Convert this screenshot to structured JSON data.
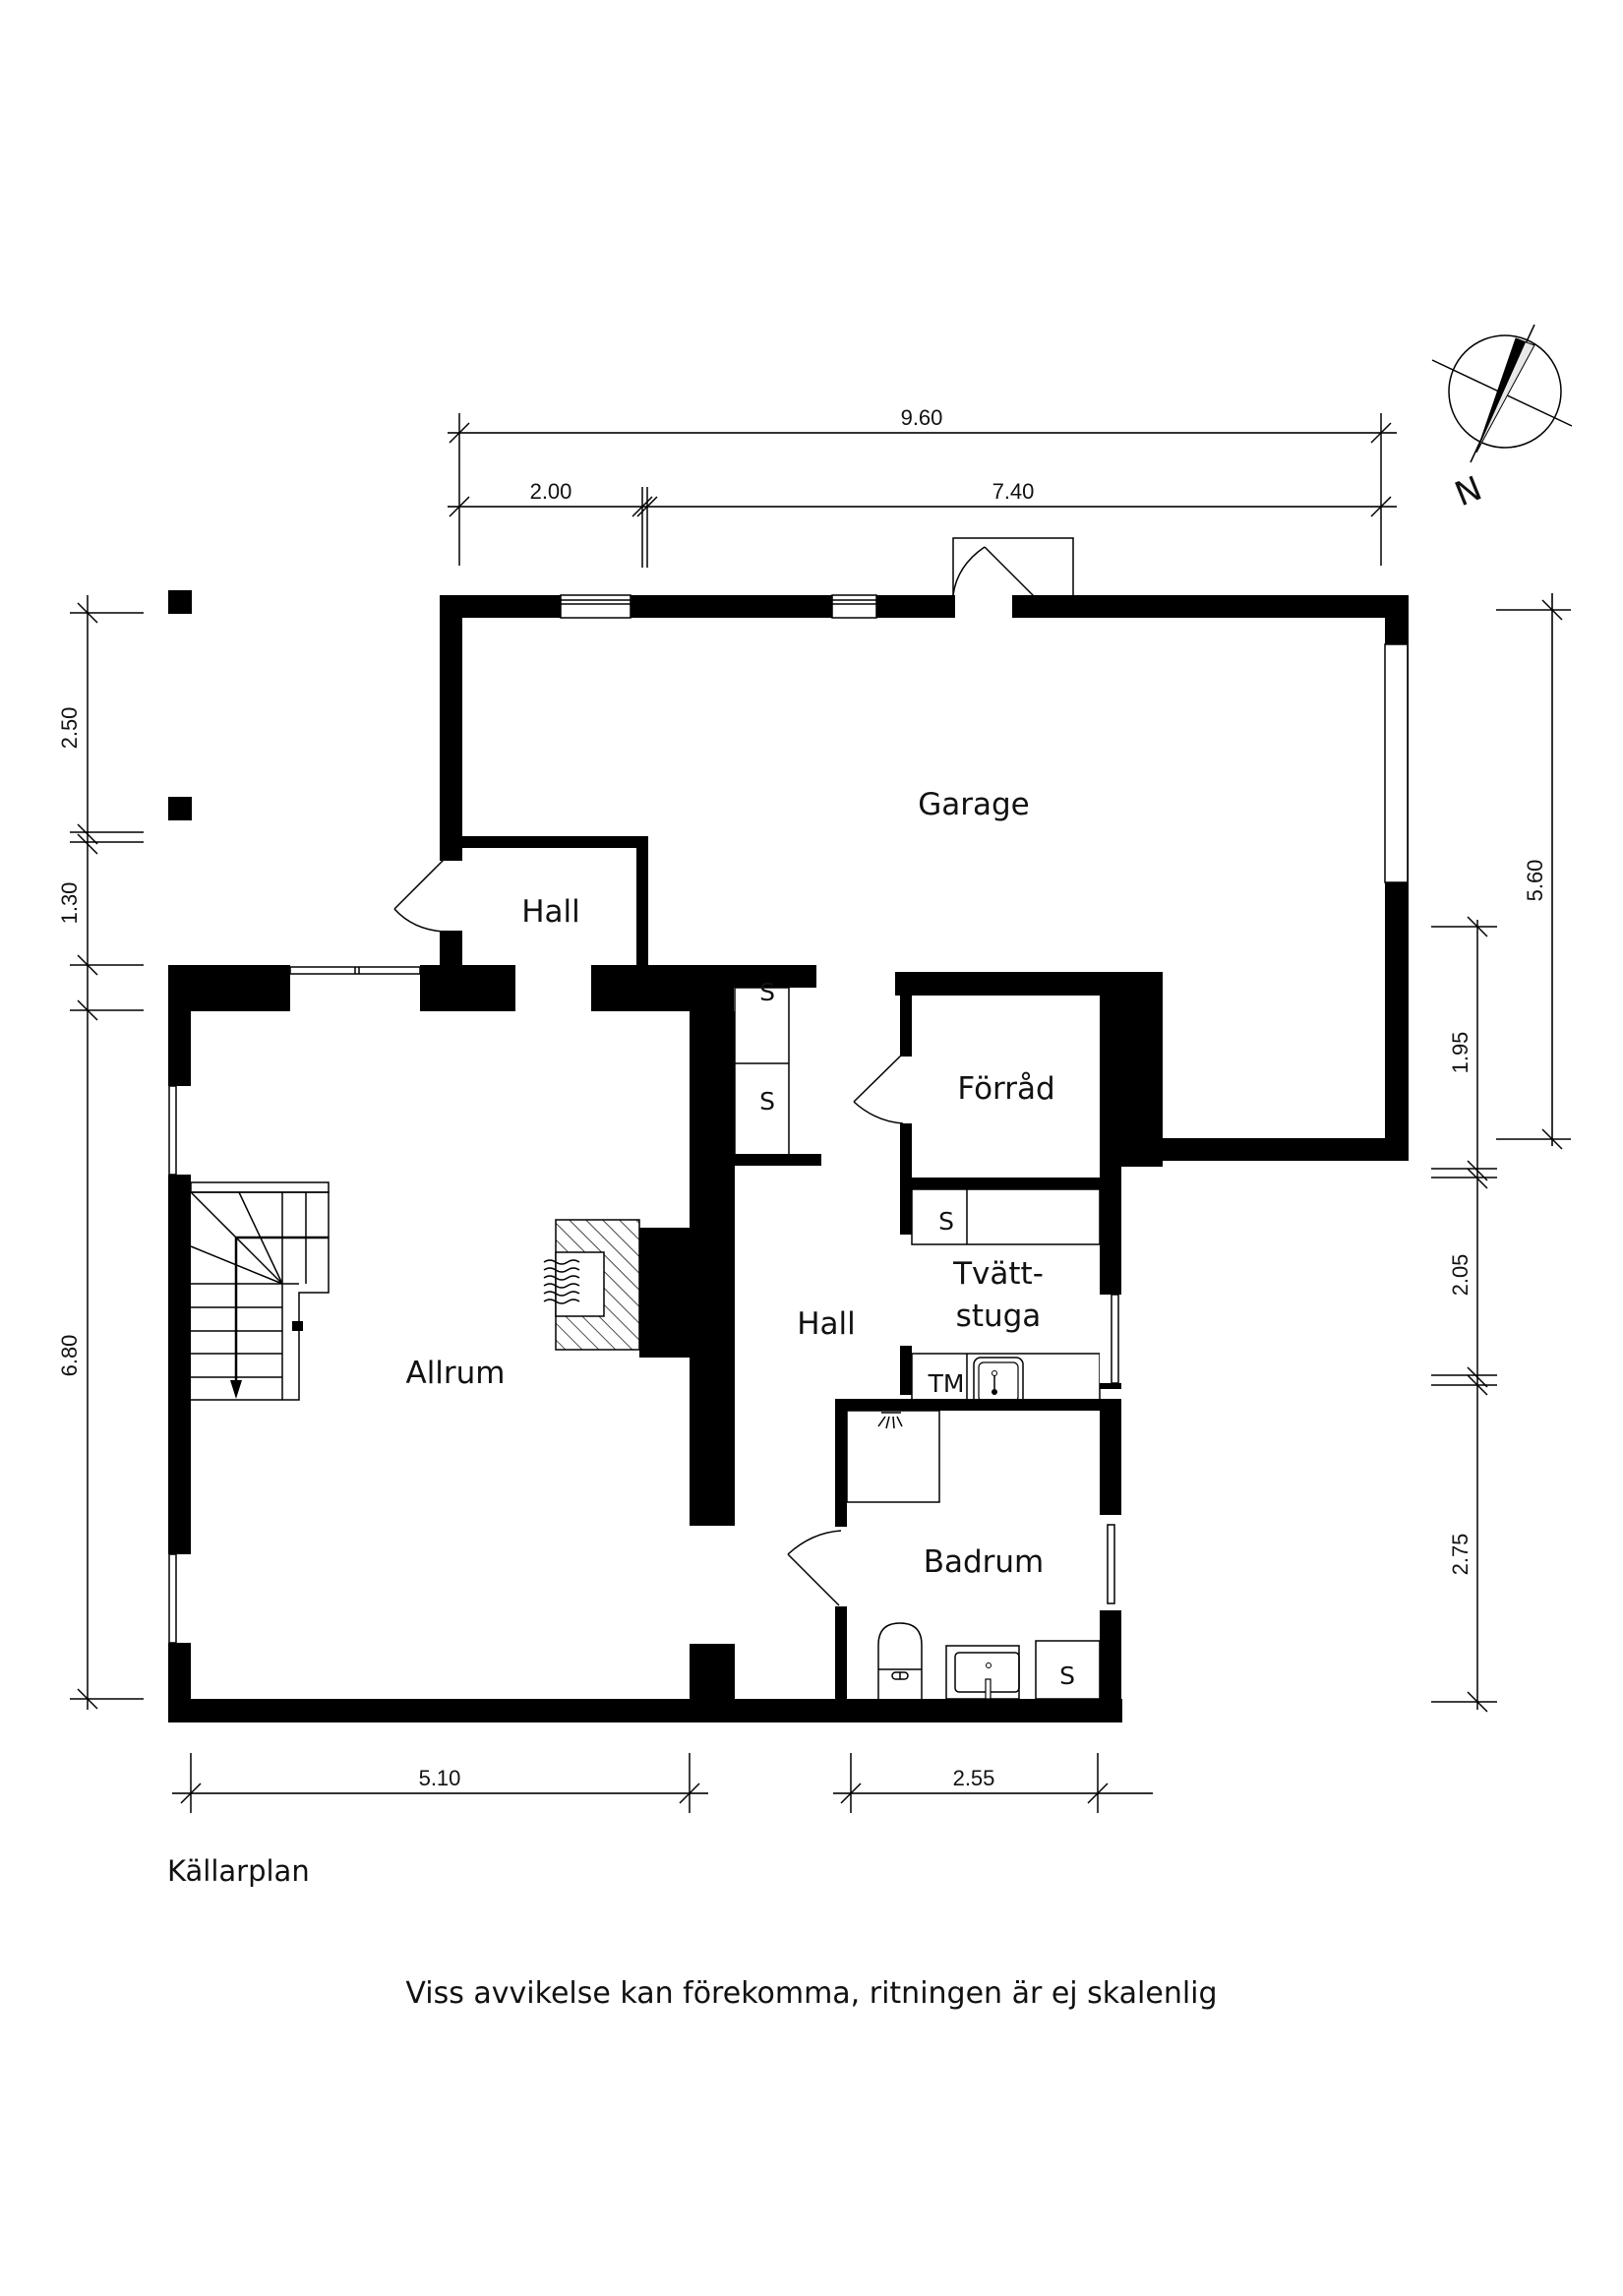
{
  "plan": {
    "title": "Källarplan",
    "disclaimer": "Viss avvikelse kan förekomma, ritningen är ej skalenlig",
    "compass_label": "N"
  },
  "rooms": {
    "garage": "Garage",
    "hall_upper": "Hall",
    "allrum": "Allrum",
    "hall_center": "Hall",
    "forrad": "Förråd",
    "tvattstuga_line1": "Tvätt-",
    "tvattstuga_line2": "stuga",
    "badrum": "Badrum"
  },
  "fixtures": {
    "storage_1": "S",
    "storage_2": "S",
    "storage_3": "S",
    "storage_4": "S",
    "washing_machine": "TM"
  },
  "dimensions": {
    "top_total": "9.60",
    "top_left": "2.00",
    "top_right": "7.40",
    "left_upper": "2.50",
    "left_middle": "1.30",
    "left_lower": "6.80",
    "right_upper": "5.60",
    "right_1": "1.95",
    "right_2": "2.05",
    "right_3": "2.75",
    "bottom_left": "5.10",
    "bottom_right": "2.55"
  }
}
